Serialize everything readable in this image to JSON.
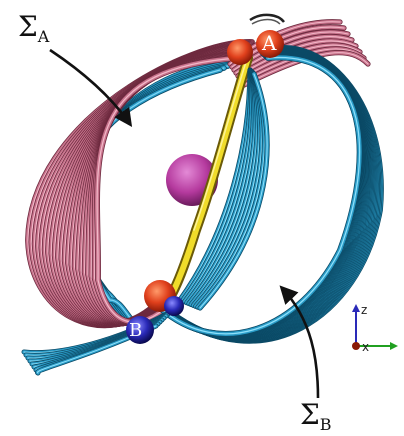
{
  "labels": {
    "sigma_a": {
      "main": "Σ",
      "sub": "A"
    },
    "sigma_b": {
      "main": "Σ",
      "sub": "B"
    },
    "point_a": "A",
    "point_b": "B"
  },
  "axes": {
    "z": "z",
    "x": "x"
  },
  "colors": {
    "pink_tubes": "#c8738c",
    "blue_tubes": "#2a9cc8",
    "yellow_tube": "#e8d21a",
    "red_sphere": "#e0401c",
    "blue_sphere": "#2a2ab8",
    "magenta_sphere": "#b53a9e"
  }
}
